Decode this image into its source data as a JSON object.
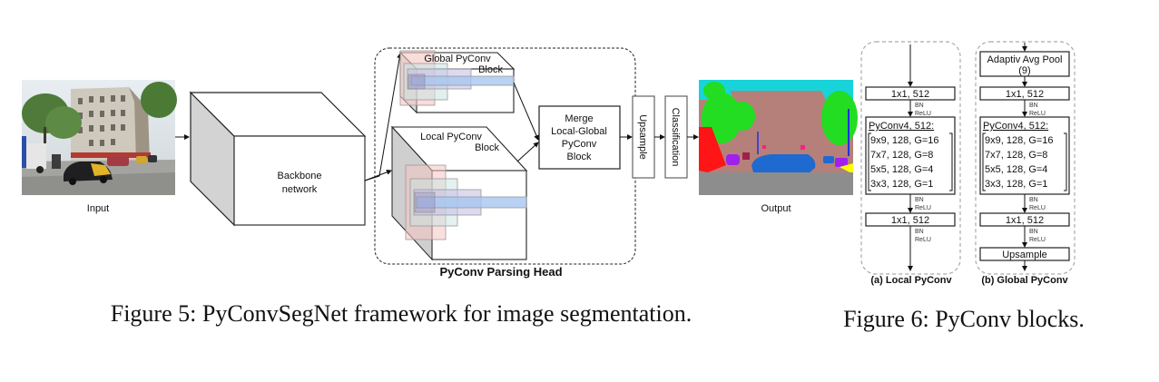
{
  "figure5": {
    "input_label": "Input",
    "input_image_description": "street scene photo with buildings, trees and cars",
    "backbone_label_line1": "Backbone",
    "backbone_label_line2": "network",
    "global_block_line1": "Global PyConv",
    "global_block_line2": "Block",
    "local_block_line1": "Local PyConv",
    "local_block_line2": "Block",
    "merge_line1": "Merge",
    "merge_line2": "Local-Global",
    "merge_line3": "PyConv",
    "merge_line4": "Block",
    "head_title": "PyConv Parsing Head",
    "upsample_label": "Upsample",
    "classification_label": "Classification",
    "output_label": "Output",
    "output_image_description": "semantic segmentation map",
    "caption": "Figure 5: PyConvSegNet framework for image segmentation."
  },
  "figure6": {
    "local": {
      "conv_in": "1x1, 512",
      "bn": "BN",
      "relu": "ReLU",
      "pyconv_title": "PyConv4, 512:",
      "pyconv_rows": [
        "9x9, 128, G=16",
        "7x7, 128, G=8",
        "5x5, 128, G=4",
        "3x3, 128, G=1"
      ],
      "conv_out": "1x1, 512",
      "label": "(a) Local PyConv"
    },
    "global": {
      "pool_line1": "Adaptiv Avg Pool",
      "pool_line2": "(9)",
      "conv_in": "1x1, 512",
      "bn": "BN",
      "relu": "ReLU",
      "pyconv_title": "PyConv4, 512:",
      "pyconv_rows": [
        "9x9, 128, G=16",
        "7x7, 128, G=8",
        "5x5, 128, G=4",
        "3x3, 128, G=1"
      ],
      "conv_out": "1x1, 512",
      "upsample": "Upsample",
      "label": "(b) Global PyConv"
    },
    "caption": "Figure 6: PyConv blocks."
  }
}
